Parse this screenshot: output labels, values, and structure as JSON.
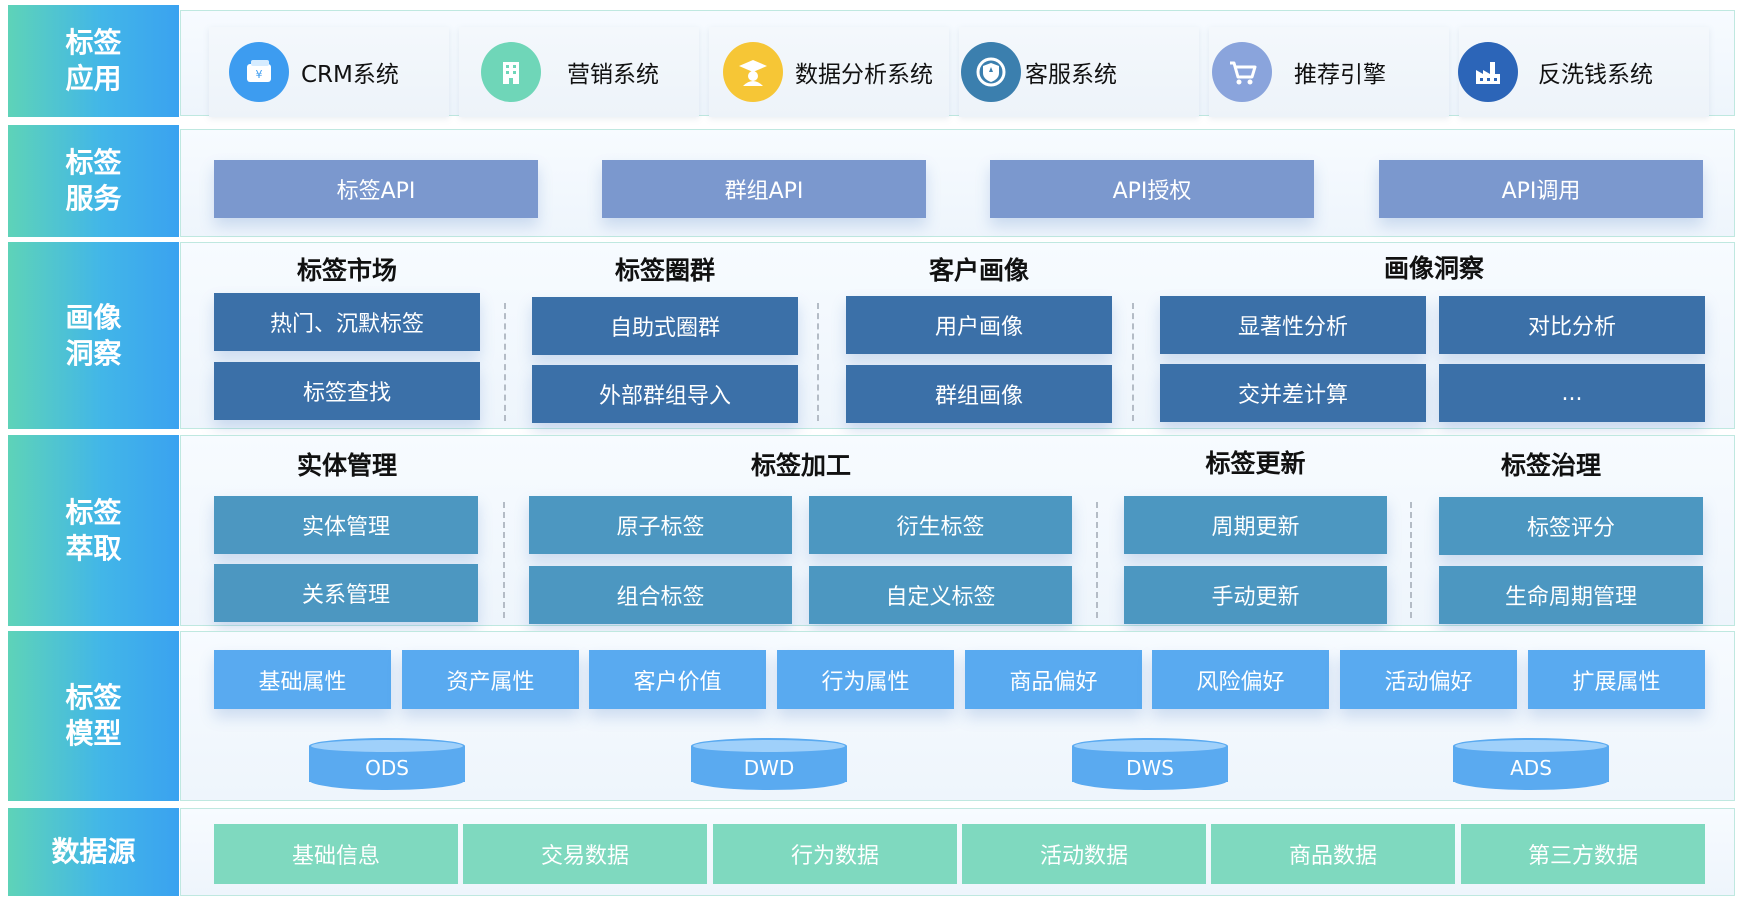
{
  "rows": {
    "app": "标签应用",
    "service": "标签服务",
    "insight": "画像洞察",
    "extract": "标签萃取",
    "model": "标签模型",
    "source": "数据源"
  },
  "apps": [
    {
      "label": "CRM系统",
      "icon": "wallet-icon",
      "color": "#3d9cf0"
    },
    {
      "label": "营销系统",
      "icon": "building-icon",
      "color": "#6fd6b8"
    },
    {
      "label": "数据分析系统",
      "icon": "graduate-icon",
      "color": "#f6c636"
    },
    {
      "label": "客服系统",
      "icon": "shield-icon",
      "color": "#3b7fae"
    },
    {
      "label": "推荐引擎",
      "icon": "cart-icon",
      "color": "#8aa4dc"
    },
    {
      "label": "反洗钱系统",
      "icon": "factory-icon",
      "color": "#2c65b8"
    }
  ],
  "service": [
    "标签API",
    "群组API",
    "API授权",
    "API调用"
  ],
  "insight": {
    "groups": [
      {
        "title": "标签市场",
        "items": [
          "热门、沉默标签",
          "标签查找"
        ]
      },
      {
        "title": "标签圈群",
        "items": [
          "自助式圈群",
          "外部群组导入"
        ]
      },
      {
        "title": "客户画像",
        "items": [
          "用户画像",
          "群组画像"
        ]
      },
      {
        "title": "画像洞察",
        "items": [
          "显著性分析",
          "对比分析",
          "交并差计算",
          "..."
        ]
      }
    ]
  },
  "extract": {
    "groups": [
      {
        "title": "实体管理",
        "items": [
          "实体管理",
          "关系管理"
        ]
      },
      {
        "title": "标签加工",
        "items": [
          "原子标签",
          "衍生标签",
          "组合标签",
          "自定义标签"
        ]
      },
      {
        "title": "标签更新",
        "items": [
          "周期更新",
          "手动更新"
        ]
      },
      {
        "title": "标签治理",
        "items": [
          "标签评分",
          "生命周期管理"
        ]
      }
    ]
  },
  "model": {
    "attributes": [
      "基础属性",
      "资产属性",
      "客户价值",
      "行为属性",
      "商品偏好",
      "风险偏好",
      "活动偏好",
      "扩展属性"
    ],
    "layers": [
      "ODS",
      "DWD",
      "DWS",
      "ADS"
    ]
  },
  "source": [
    "基础信息",
    "交易数据",
    "行为数据",
    "活动数据",
    "商品数据",
    "第三方数据"
  ]
}
